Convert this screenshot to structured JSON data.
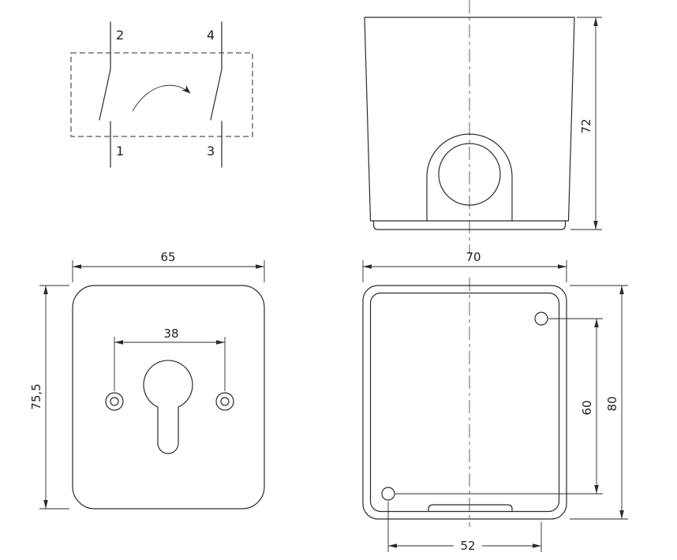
{
  "drawing": {
    "schematic": {
      "terminal_2": "2",
      "terminal_4": "4",
      "terminal_1": "1",
      "terminal_3": "3"
    },
    "side_view": {
      "dim_height": "72"
    },
    "front_view": {
      "dim_width": "65",
      "dim_hole_spacing": "38",
      "dim_height": "75,5"
    },
    "back_view": {
      "dim_width": "70",
      "dim_hole_vertical": "60",
      "dim_height": "80",
      "dim_hole_horizontal": "52"
    }
  }
}
